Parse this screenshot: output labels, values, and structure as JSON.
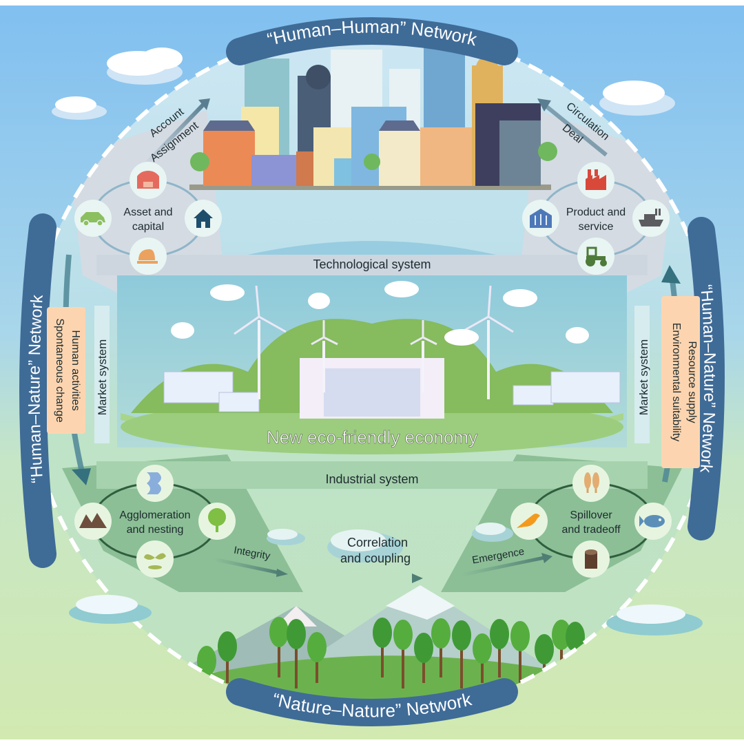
{
  "title": "New eco-friendly economy",
  "networks": {
    "top": "“Human–Human” Network",
    "left": "“Human–Nature” Network",
    "right": "“Human–Nature” Network",
    "bottom": "“Nature–Nature” Network"
  },
  "systems": {
    "technological": "Technological system",
    "industrial": "Industrial system",
    "market_left": "Market system",
    "market_right": "Market system"
  },
  "clusters": {
    "asset": {
      "label_line1": "Asset and",
      "label_line2": "capital",
      "icons": [
        "sweater-icon",
        "house-icon",
        "dining-icon",
        "car-icon"
      ]
    },
    "product": {
      "label_line1": "Product and",
      "label_line2": "service",
      "icons": [
        "factory-icon",
        "ship-icon",
        "tractor-icon",
        "greenhouse-icon"
      ]
    },
    "agglomeration": {
      "label_line1": "Agglomeration",
      "label_line2": "and nesting",
      "icons": [
        "river-icon",
        "tree-icon",
        "sprout-icon",
        "mountain-icon"
      ]
    },
    "spillover": {
      "label_line1": "Spillover",
      "label_line2": "and tradeoff",
      "icons": [
        "wheat-icon",
        "fish-icon",
        "log-icon",
        "bird-icon"
      ]
    }
  },
  "flows": {
    "top_left_1": "Account",
    "top_left_2": "Assignment",
    "top_right_1": "Circulation",
    "top_right_2": "Deal",
    "left_1": "Human activities",
    "left_2": "Spontaneous change",
    "right_1": "Resource supply",
    "right_2": "Environmental suitability",
    "integrity": "Integrity",
    "correlation_1": "Correlation",
    "correlation_2": "and coupling",
    "emergence": "Emergence"
  },
  "colors": {
    "network_band": "#3f6b97",
    "sky": "#86c2ef",
    "meadow": "#d0e8b0",
    "label_peach": "#fcd5b0",
    "arrow": "#5a8090"
  }
}
